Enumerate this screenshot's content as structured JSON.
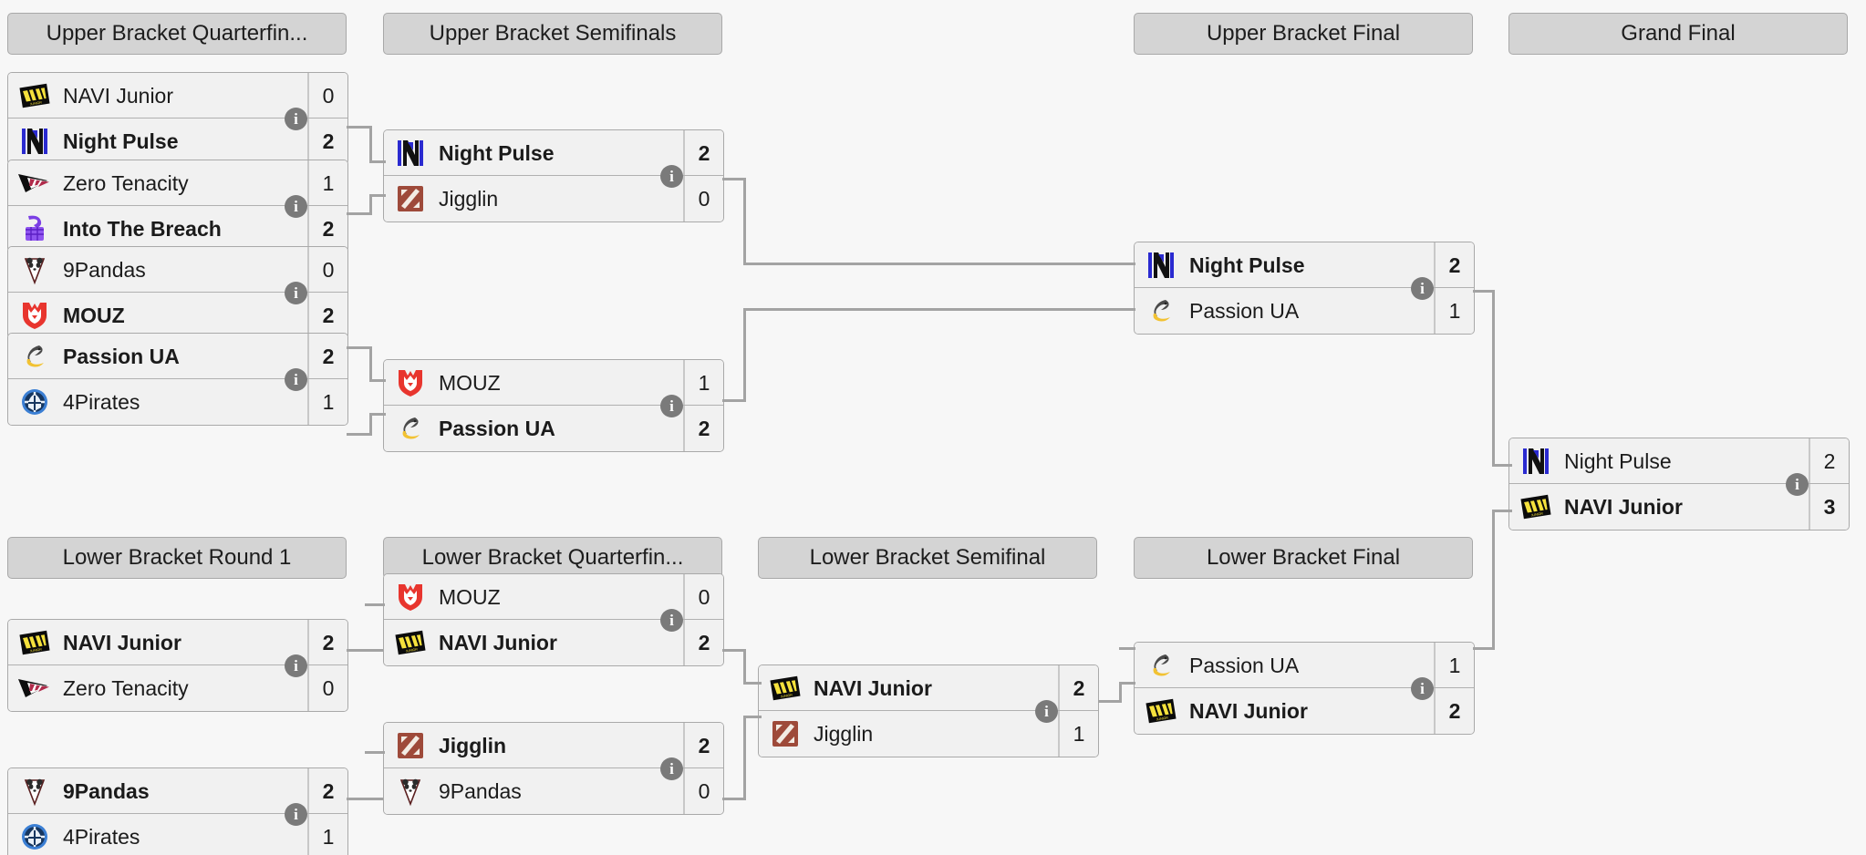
{
  "bracket": {
    "title": "Double Elimination Bracket",
    "accent_color": "#a3a3a3",
    "header_bg": "#d4d4d4",
    "box_bg": "#f1f1f1",
    "rounds": [
      {
        "label": "Upper Bracket Quarterfin..."
      },
      {
        "label": "Upper Bracket Semifinals"
      },
      {
        "label": "Upper Bracket Final"
      },
      {
        "label": "Grand Final"
      },
      {
        "label": "Lower Bracket Round 1"
      },
      {
        "label": "Lower Bracket Quarterfin..."
      },
      {
        "label": "Lower Bracket Semifinal"
      },
      {
        "label": "Lower Bracket Final"
      }
    ],
    "info_icon_label": "i",
    "matches": [
      {
        "id": "ubqf1",
        "round": "Upper Bracket Quarterfinals",
        "top": {
          "team": "NAVI Junior",
          "logo": "navi-junior",
          "score": "0",
          "winner": false
        },
        "bottom": {
          "team": "Night Pulse",
          "logo": "night-pulse",
          "score": "2",
          "winner": true
        }
      },
      {
        "id": "ubqf2",
        "round": "Upper Bracket Quarterfinals",
        "top": {
          "team": "Zero Tenacity",
          "logo": "zero-tenacity",
          "score": "1",
          "winner": false
        },
        "bottom": {
          "team": "Into The Breach",
          "logo": "into-the-breach",
          "score": "2",
          "winner": true
        }
      },
      {
        "id": "ubqf3",
        "round": "Upper Bracket Quarterfinals",
        "top": {
          "team": "9Pandas",
          "logo": "9pandas",
          "score": "0",
          "winner": false
        },
        "bottom": {
          "team": "MOUZ",
          "logo": "mouz",
          "score": "2",
          "winner": true
        }
      },
      {
        "id": "ubqf4",
        "round": "Upper Bracket Quarterfinals",
        "top": {
          "team": "Passion UA",
          "logo": "passion-ua",
          "score": "2",
          "winner": true
        },
        "bottom": {
          "team": "4Pirates",
          "logo": "4pirates",
          "score": "1",
          "winner": false
        }
      },
      {
        "id": "ubsf1",
        "round": "Upper Bracket Semifinals",
        "top": {
          "team": "Night Pulse",
          "logo": "night-pulse",
          "score": "2",
          "winner": true
        },
        "bottom": {
          "team": "Jigglin",
          "logo": "jigglin",
          "score": "0",
          "winner": false
        }
      },
      {
        "id": "ubsf2",
        "round": "Upper Bracket Semifinals",
        "top": {
          "team": "MOUZ",
          "logo": "mouz",
          "score": "1",
          "winner": false
        },
        "bottom": {
          "team": "Passion UA",
          "logo": "passion-ua",
          "score": "2",
          "winner": true
        }
      },
      {
        "id": "ubf",
        "round": "Upper Bracket Final",
        "top": {
          "team": "Night Pulse",
          "logo": "night-pulse",
          "score": "2",
          "winner": true
        },
        "bottom": {
          "team": "Passion UA",
          "logo": "passion-ua",
          "score": "1",
          "winner": false
        }
      },
      {
        "id": "gf",
        "round": "Grand Final",
        "top": {
          "team": "Night Pulse",
          "logo": "night-pulse",
          "score": "2",
          "winner": false
        },
        "bottom": {
          "team": "NAVI Junior",
          "logo": "navi-junior",
          "score": "3",
          "winner": true
        }
      },
      {
        "id": "lbr1a",
        "round": "Lower Bracket Round 1",
        "top": {
          "team": "NAVI Junior",
          "logo": "navi-junior",
          "score": "2",
          "winner": true
        },
        "bottom": {
          "team": "Zero Tenacity",
          "logo": "zero-tenacity",
          "score": "0",
          "winner": false
        }
      },
      {
        "id": "lbr1b",
        "round": "Lower Bracket Round 1",
        "top": {
          "team": "9Pandas",
          "logo": "9pandas",
          "score": "2",
          "winner": true
        },
        "bottom": {
          "team": "4Pirates",
          "logo": "4pirates",
          "score": "1",
          "winner": false
        }
      },
      {
        "id": "lbqfa",
        "round": "Lower Bracket Quarterfinals",
        "top": {
          "team": "MOUZ",
          "logo": "mouz",
          "score": "0",
          "winner": false
        },
        "bottom": {
          "team": "NAVI Junior",
          "logo": "navi-junior",
          "score": "2",
          "winner": true
        }
      },
      {
        "id": "lbqfb",
        "round": "Lower Bracket Quarterfinals",
        "top": {
          "team": "Jigglin",
          "logo": "jigglin",
          "score": "2",
          "winner": true
        },
        "bottom": {
          "team": "9Pandas",
          "logo": "9pandas",
          "score": "0",
          "winner": false
        }
      },
      {
        "id": "lbsf",
        "round": "Lower Bracket Semifinal",
        "top": {
          "team": "NAVI Junior",
          "logo": "navi-junior",
          "score": "2",
          "winner": true
        },
        "bottom": {
          "team": "Jigglin",
          "logo": "jigglin",
          "score": "1",
          "winner": false
        }
      },
      {
        "id": "lbf",
        "round": "Lower Bracket Final",
        "top": {
          "team": "Passion UA",
          "logo": "passion-ua",
          "score": "1",
          "winner": false
        },
        "bottom": {
          "team": "NAVI Junior",
          "logo": "navi-junior",
          "score": "2",
          "winner": true
        }
      }
    ]
  }
}
